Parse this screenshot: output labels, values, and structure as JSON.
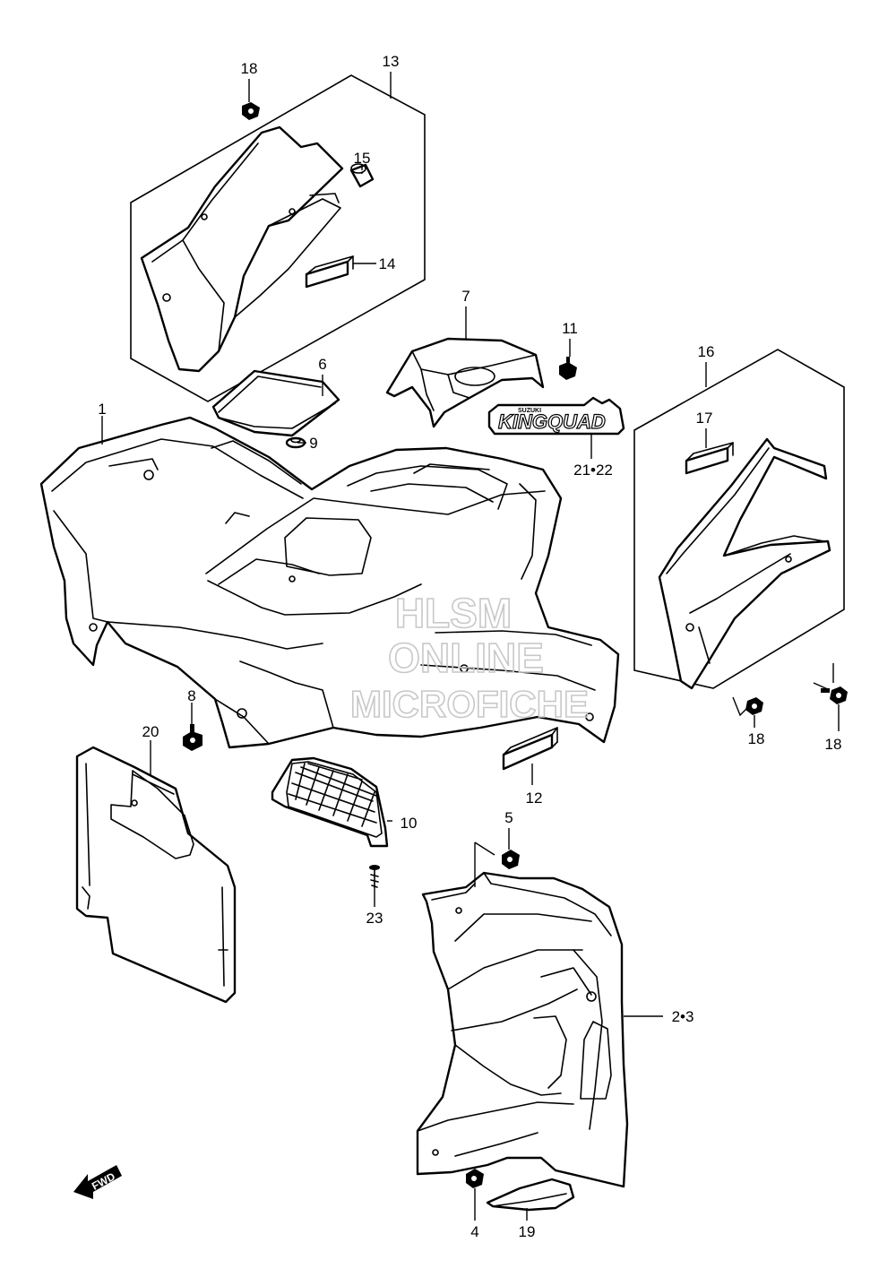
{
  "diagram": {
    "labels": [
      {
        "id": "l1",
        "text": "1"
      },
      {
        "id": "l23",
        "text": "2•3"
      },
      {
        "id": "l4",
        "text": "4"
      },
      {
        "id": "l5",
        "text": "5"
      },
      {
        "id": "l6",
        "text": "6"
      },
      {
        "id": "l7",
        "text": "7"
      },
      {
        "id": "l8",
        "text": "8"
      },
      {
        "id": "l9",
        "text": "9"
      },
      {
        "id": "l10",
        "text": "10"
      },
      {
        "id": "l11",
        "text": "11"
      },
      {
        "id": "l12",
        "text": "12"
      },
      {
        "id": "l13",
        "text": "13"
      },
      {
        "id": "l14",
        "text": "14"
      },
      {
        "id": "l15",
        "text": "15"
      },
      {
        "id": "l16",
        "text": "16"
      },
      {
        "id": "l17",
        "text": "17"
      },
      {
        "id": "l18a",
        "text": "18"
      },
      {
        "id": "l18b",
        "text": "18"
      },
      {
        "id": "l18c",
        "text": "18"
      },
      {
        "id": "l19",
        "text": "19"
      },
      {
        "id": "l20",
        "text": "20"
      },
      {
        "id": "l2122",
        "text": "21•22"
      },
      {
        "id": "l23b",
        "text": "23"
      }
    ],
    "watermark": {
      "line1": "HLSM",
      "line2": "ONLINE",
      "line3": "MICROFICHE",
      "color": "#c8c8c8"
    },
    "decal": {
      "brand": "SUZUKI",
      "model": "KINGQUAD"
    },
    "direction_arrow": {
      "text": "FWD",
      "icon": "fwd-arrow-icon"
    }
  }
}
